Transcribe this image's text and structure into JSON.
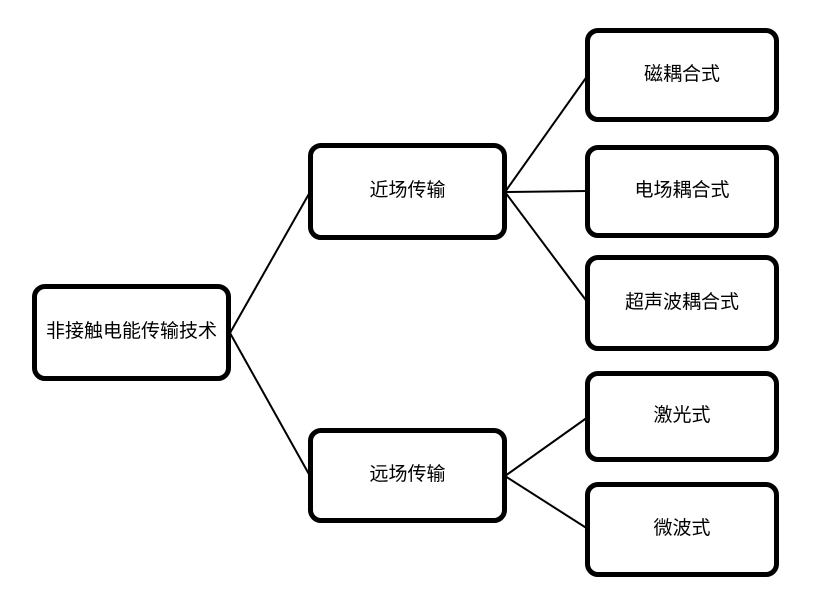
{
  "diagram": {
    "type": "tree",
    "direction": "left-to-right",
    "colors": {
      "background": "#ffffff",
      "node_fill": "#ffffff",
      "node_border": "#000000",
      "connector": "#000000",
      "text": "#000000"
    },
    "nodes": {
      "root": {
        "label": "非接触电能传输技术"
      },
      "near_field": {
        "label": "近场传输"
      },
      "far_field": {
        "label": "远场传输"
      },
      "magnetic": {
        "label": "磁耦合式"
      },
      "electric": {
        "label": "电场耦合式"
      },
      "ultrasonic": {
        "label": "超声波耦合式"
      },
      "laser": {
        "label": "激光式"
      },
      "microwave": {
        "label": "微波式"
      }
    },
    "edges": [
      {
        "from": "root",
        "to": "near_field"
      },
      {
        "from": "root",
        "to": "far_field"
      },
      {
        "from": "near_field",
        "to": "magnetic"
      },
      {
        "from": "near_field",
        "to": "electric"
      },
      {
        "from": "near_field",
        "to": "ultrasonic"
      },
      {
        "from": "far_field",
        "to": "laser"
      },
      {
        "from": "far_field",
        "to": "microwave"
      }
    ]
  }
}
